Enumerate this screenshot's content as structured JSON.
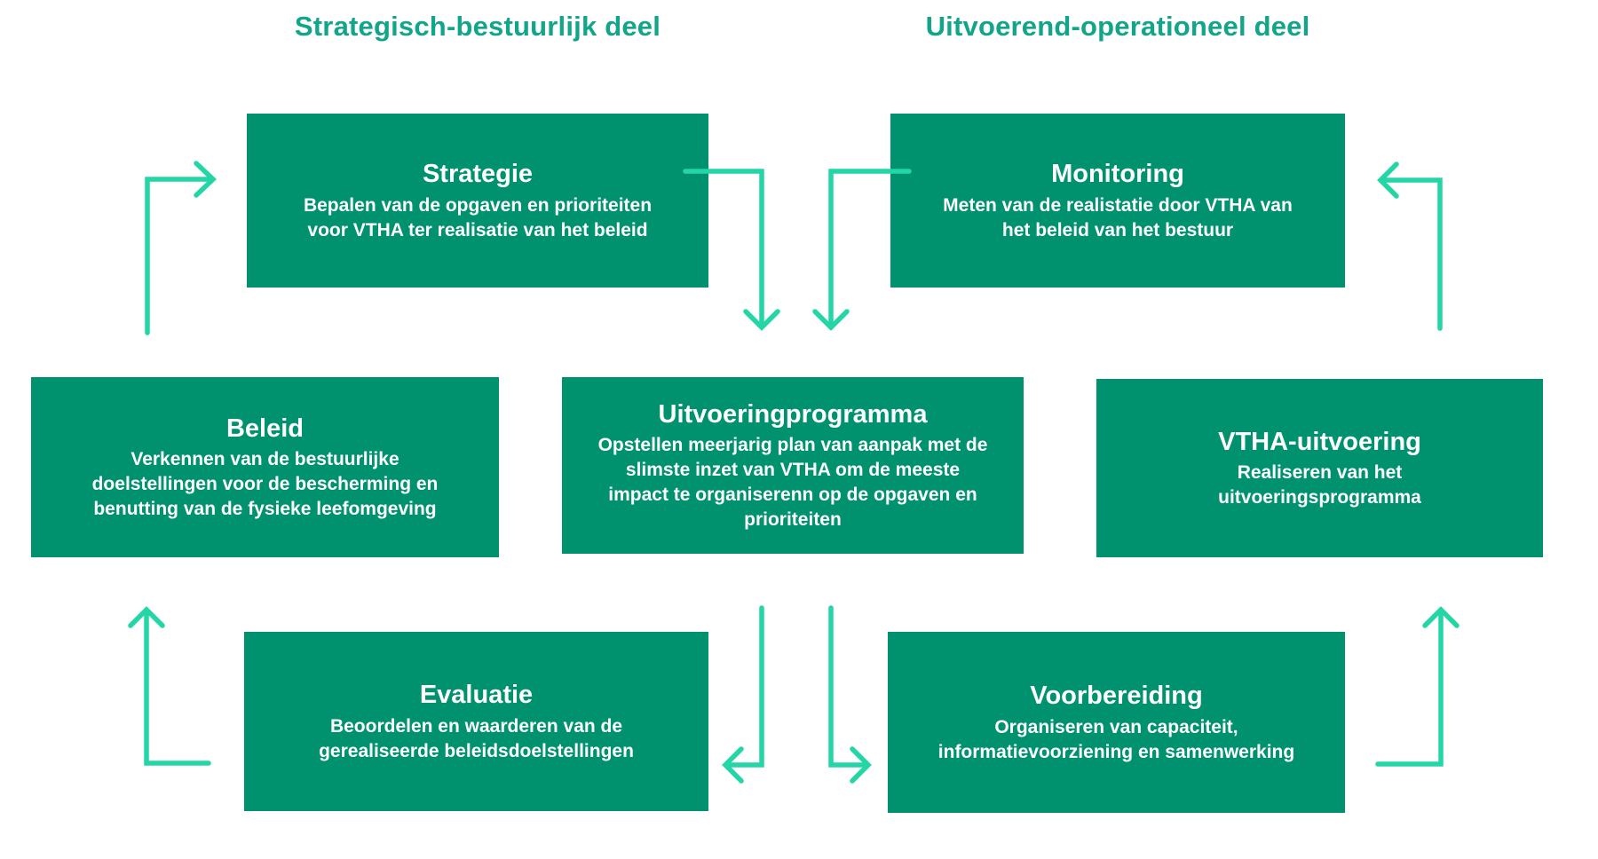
{
  "headers": {
    "left": "Strategisch-bestuurlijk deel",
    "right": "Uitvoerend-operationeel deel"
  },
  "boxes": {
    "strategie": {
      "title": "Strategie",
      "description": "Bepalen van de opgaven en prioriteiten\nvoor VTHA ter realisatie van het beleid"
    },
    "monitoring": {
      "title": "Monitoring",
      "description": "Meten van de realistatie door VTHA van\nhet beleid van het bestuur"
    },
    "beleid": {
      "title": "Beleid",
      "description": "Verkennen van de bestuurlijke\ndoelstellingen voor de bescherming en\nbenutting van de fysieke leefomgeving"
    },
    "uitvoeringprogramma": {
      "title": "Uitvoeringprogramma",
      "description": "Opstellen meerjarig plan van aanpak met de\nslimste inzet van VTHA om de meeste\nimpact te organiserenn op de opgaven en\nprioriteiten"
    },
    "vtha_uitvoering": {
      "title": "VTHA-uitvoering",
      "description": "Realiseren van het\nuitvoeringsprogramma"
    },
    "evaluatie": {
      "title": "Evaluatie",
      "description": "Beoordelen en waarderen van de\ngerealiseerde beleidsdoelstellingen"
    },
    "voorbereiding": {
      "title": "Voorbereiding",
      "description": "Organiseren van capaciteit,\ninformatievoorziening en samenwerking"
    }
  },
  "arrows": [
    {
      "name": "beleid-to-strategie",
      "head": "right"
    },
    {
      "name": "strategie-to-uitvoeringprogramma",
      "head": "down"
    },
    {
      "name": "monitoring-to-uitvoeringprogramma",
      "head": "down"
    },
    {
      "name": "uitvoeringprogramma-to-evaluatie",
      "head": "left"
    },
    {
      "name": "uitvoeringprogramma-to-voorbereiding",
      "head": "right"
    },
    {
      "name": "vtha-uitvoering-to-monitoring",
      "head": "left"
    },
    {
      "name": "voorbereiding-to-vtha-uitvoering",
      "head": "up"
    },
    {
      "name": "evaluatie-to-beleid",
      "head": "up"
    }
  ],
  "colors": {
    "background": "#ffffff",
    "box_fill": "#00916f",
    "box_text": "#ffffff",
    "header_text": "#12a589",
    "arrow": "#24d5a5"
  }
}
